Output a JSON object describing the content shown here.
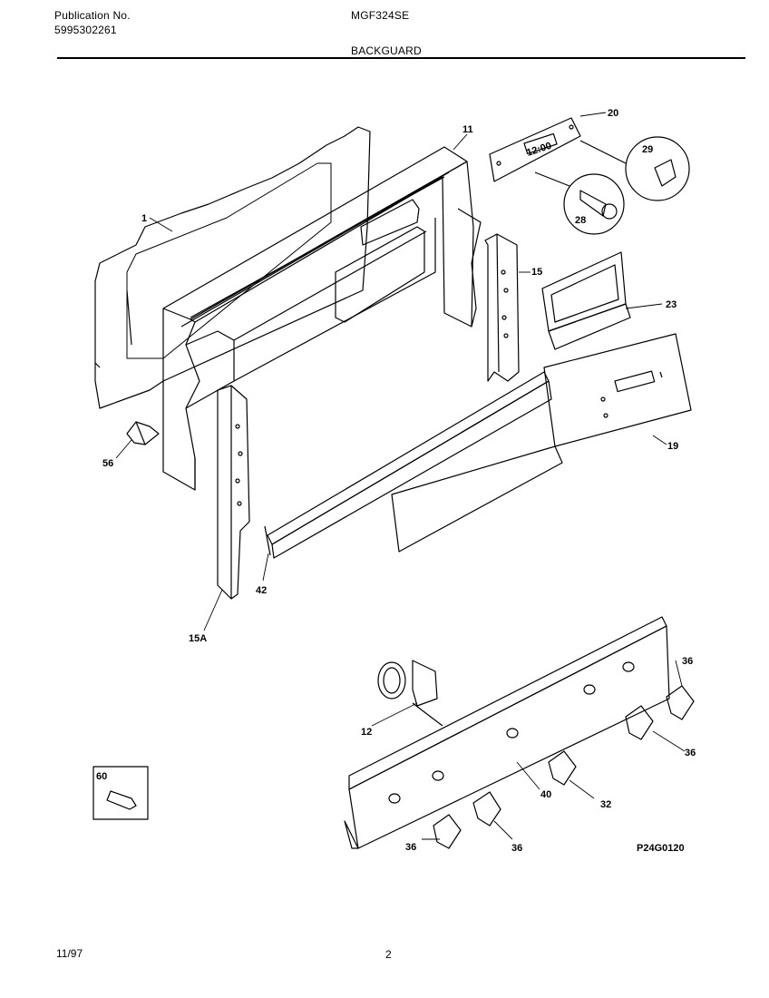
{
  "header": {
    "publication_label": "Publication No.",
    "publication_number": "5995302261",
    "model": "MGF324SE",
    "section": "BACKGUARD"
  },
  "callouts": {
    "c1": "1",
    "c11": "11",
    "c20": "20",
    "c29": "29",
    "c28": "28",
    "c15": "15",
    "c23": "23",
    "c19": "19",
    "c56": "56",
    "c42": "42",
    "c15a": "15A",
    "c12": "12",
    "c36a": "36",
    "c36b": "36",
    "c40": "40",
    "c32": "32",
    "c36c": "36",
    "c36d": "36",
    "c60": "60"
  },
  "diagram_code": "P24G0120",
  "footer": {
    "date": "11/97",
    "page": "2"
  },
  "display_readout": "12:00"
}
